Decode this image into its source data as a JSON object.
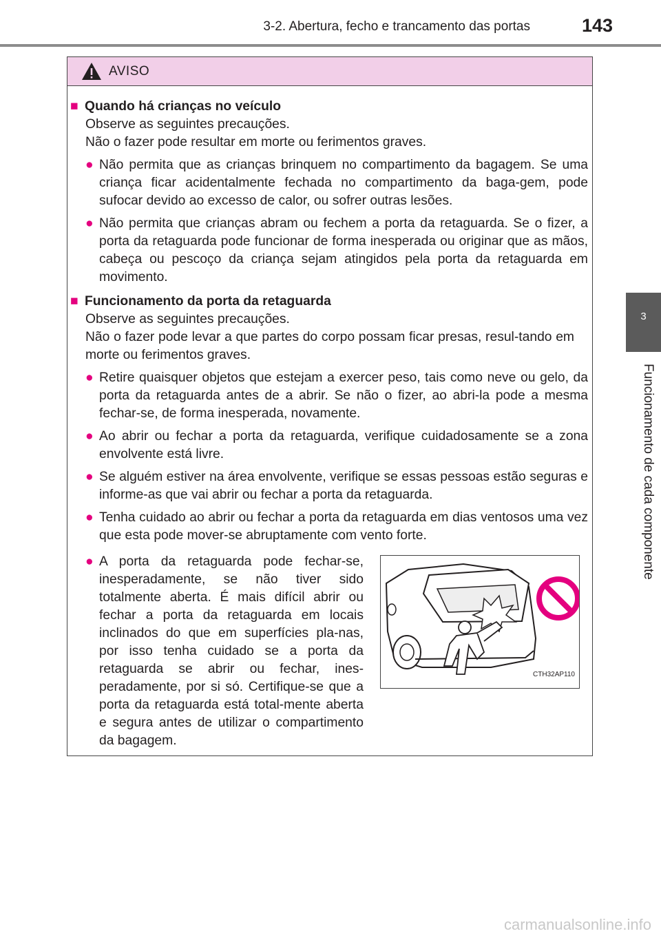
{
  "header": {
    "section_title": "3-2. Abertura, fecho e trancamento das portas",
    "page_number": "143"
  },
  "side_tab": {
    "chapter_number": "3",
    "chapter_title": "Funcionamento de cada componente"
  },
  "warning": {
    "label": "AVISO",
    "sections": [
      {
        "heading": "Quando há crianças no veículo",
        "intro": [
          "Observe as seguintes precauções.",
          "Não o fazer pode resultar em morte ou ferimentos graves."
        ],
        "bullets": [
          "Não permita que as crianças brinquem no compartimento da bagagem. Se uma criança ficar acidentalmente fechada no compartimento da baga-gem, pode sufocar devido ao excesso de calor, ou sofrer outras lesões.",
          "Não permita que crianças abram ou fechem a porta da retaguarda. Se o fizer, a porta da retaguarda pode funcionar de forma inesperada ou originar que as mãos, cabeça ou pescoço da criança sejam atingidos pela porta da retaguarda em movimento."
        ]
      },
      {
        "heading": "Funcionamento da porta da retaguarda",
        "intro": [
          "Observe as seguintes precauções.",
          "Não o fazer pode levar a que partes do corpo possam ficar presas, resul-tando em morte ou ferimentos graves."
        ],
        "bullets": [
          "Retire quaisquer objetos que estejam a exercer peso, tais como neve ou gelo, da porta da retaguarda antes de a abrir. Se não o fizer, ao abri-la pode a mesma fechar-se, de forma inesperada, novamente.",
          "Ao abrir ou fechar a porta da retaguarda, verifique cuidadosamente se a zona envolvente está livre.",
          "Se alguém estiver na área envolvente, verifique se essas pessoas estão seguras e informe-as que vai abrir ou fechar a porta da retaguarda.",
          "Tenha cuidado ao abrir ou fechar a porta da retaguarda em dias ventosos uma vez que esta pode mover-se abruptamente com vento forte."
        ],
        "last_bullet": "A porta da retaguarda pode fechar-se, inesperadamente, se não tiver sido totalmente aberta. É mais difícil abrir ou fechar a porta da retaguarda em locais inclinados do que em superfícies pla-nas, por isso tenha cuidado se a porta da retaguarda se abrir ou fechar, ines-peradamente, por si só. Certifique-se que a porta da retaguarda está total-mente aberta e segura antes de utilizar o compartimento da bagagem."
      }
    ]
  },
  "illustration": {
    "code": "CTH32AP110",
    "prohibition_color": "#e4007f"
  },
  "footer": {
    "watermark": "carmanualsonline.info"
  }
}
